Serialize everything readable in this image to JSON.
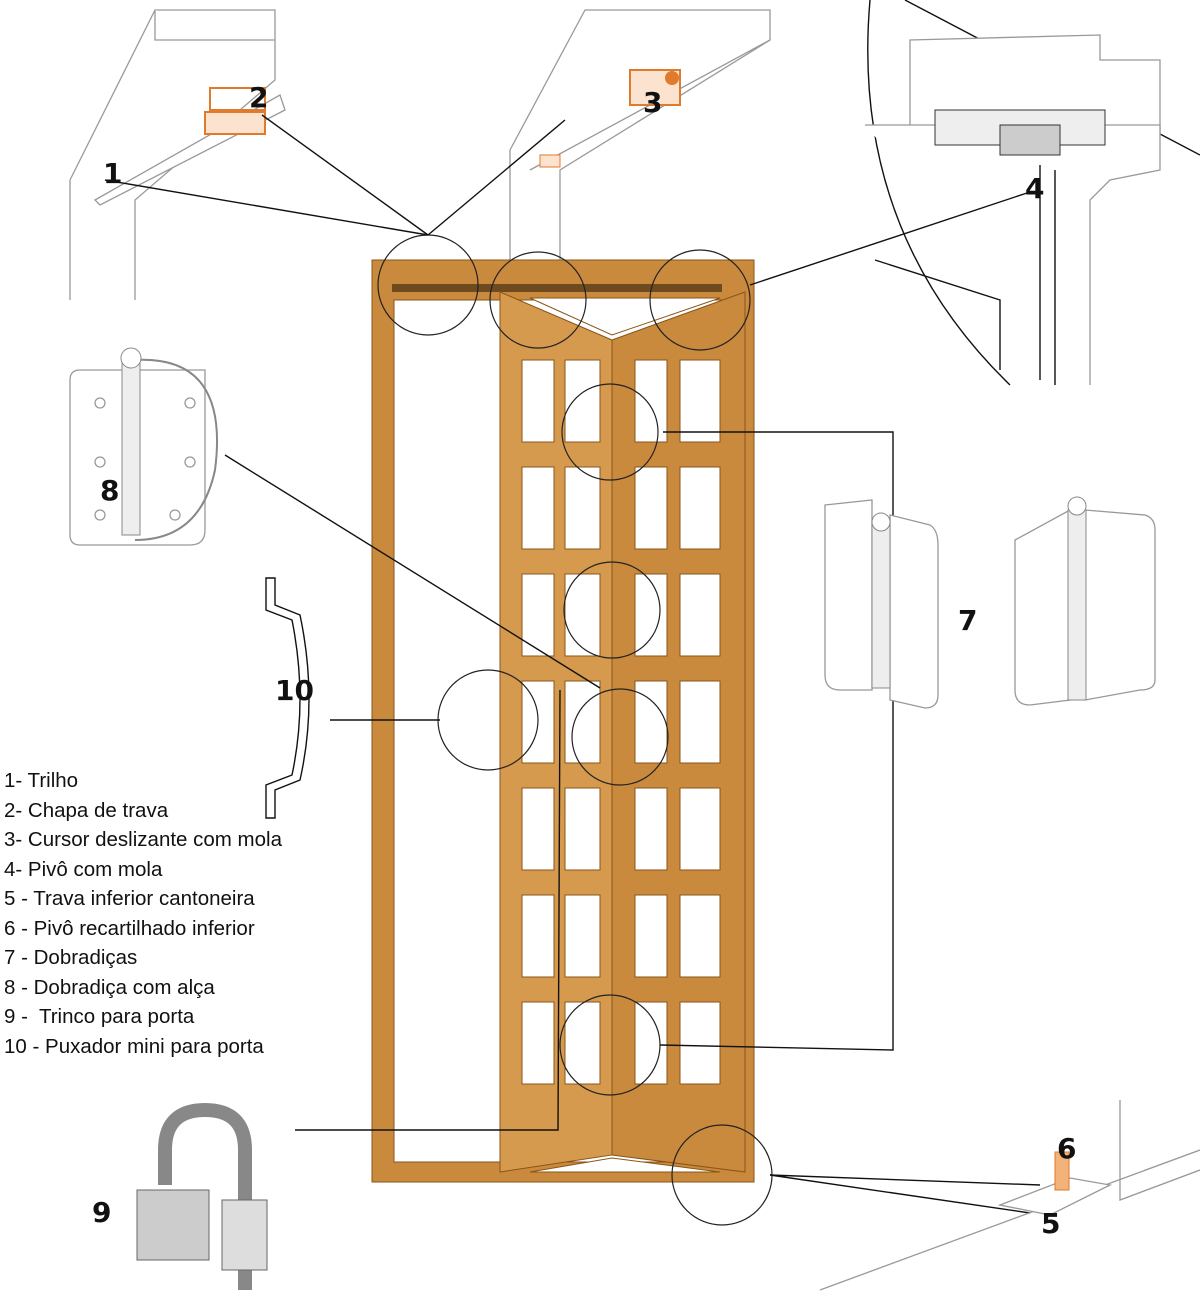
{
  "callouts": {
    "n1": "1",
    "n2": "2",
    "n3": "3",
    "n4": "4",
    "n5": "5",
    "n6": "6",
    "n7": "7",
    "n8": "8",
    "n9": "9",
    "n10": "10"
  },
  "legend": [
    "1- Trilho",
    "2- Chapa de trava",
    "3- Cursor deslizante com mola",
    "4- Pivô com mola",
    "5 - Trava inferior cantoneira",
    "6 - Pivô recartilhado inferior",
    "7 - Dobradiças",
    "8 - Dobradiça com alça",
    "9 -  Trinco para porta",
    "10 - Puxador mini para porta"
  ],
  "colors": {
    "wood": "#c98a3e",
    "wood_dark": "#a86a24",
    "accent": "#e07a2c"
  }
}
